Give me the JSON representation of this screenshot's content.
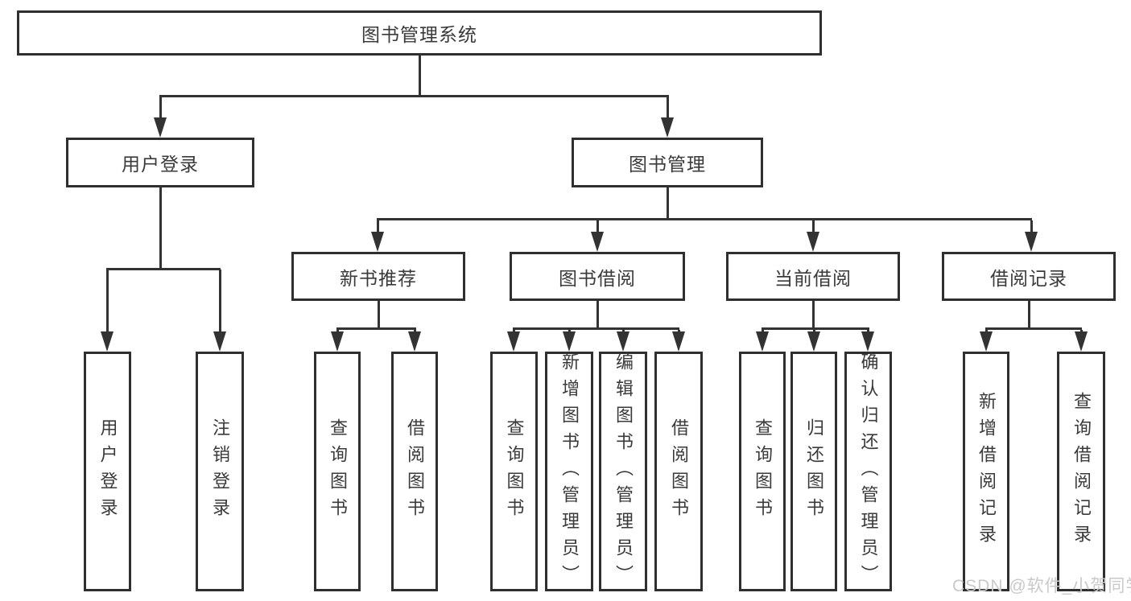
{
  "diagram": {
    "title": "图书管理系统",
    "root": {
      "label": "图书管理系统"
    },
    "level2": [
      {
        "id": "user-login",
        "label": "用户登录"
      },
      {
        "id": "book-management",
        "label": "图书管理"
      }
    ],
    "level3": [
      {
        "id": "new-book-recommend",
        "label": "新书推荐",
        "parent": "book-management"
      },
      {
        "id": "book-borrowing",
        "label": "图书借阅",
        "parent": "book-management"
      },
      {
        "id": "current-borrowing",
        "label": "当前借阅",
        "parent": "book-management"
      },
      {
        "id": "borrowing-records",
        "label": "借阅记录",
        "parent": "book-management"
      }
    ],
    "leaves": [
      {
        "id": "user-login-leaf",
        "label": "用户登录",
        "parent": "user-login"
      },
      {
        "id": "logout-leaf",
        "label": "注销登录",
        "parent": "user-login"
      },
      {
        "id": "query-books-1",
        "label": "查询图书",
        "parent": "new-book-recommend"
      },
      {
        "id": "borrow-books-1",
        "label": "借阅图书",
        "parent": "new-book-recommend"
      },
      {
        "id": "query-books-2",
        "label": "查询图书",
        "parent": "book-borrowing"
      },
      {
        "id": "add-books-admin",
        "label": "新增图书（管理员）",
        "parent": "book-borrowing"
      },
      {
        "id": "edit-books-admin",
        "label": "编辑图书（管理员）",
        "parent": "book-borrowing"
      },
      {
        "id": "borrow-books-2",
        "label": "借阅图书",
        "parent": "book-borrowing"
      },
      {
        "id": "query-books-3",
        "label": "查询图书",
        "parent": "current-borrowing"
      },
      {
        "id": "return-books",
        "label": "归还图书",
        "parent": "current-borrowing"
      },
      {
        "id": "confirm-return-admin",
        "label": "确认归还（管理员）",
        "parent": "current-borrowing"
      },
      {
        "id": "add-borrow-record",
        "label": "新增借阅记录",
        "parent": "borrowing-records"
      },
      {
        "id": "query-borrow-record",
        "label": "查询借阅记录",
        "parent": "borrowing-records"
      }
    ]
  },
  "watermark": {
    "text": "CSDN @软件_小贺同学",
    "color": "#c9c9c9"
  },
  "colors": {
    "line": "#333333",
    "border": "#2f2f2f",
    "text": "#3a3a3a",
    "background": "#ffffff"
  }
}
